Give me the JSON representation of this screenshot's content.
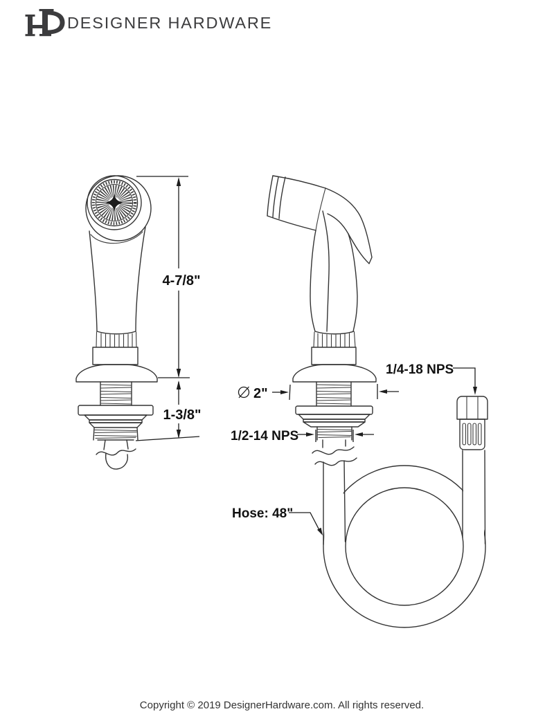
{
  "page": {
    "background": "#ffffff",
    "line_color": "#333333",
    "text_color": "#111111"
  },
  "header": {
    "logo_monogram": "HD",
    "logo_icon": "hd-monogram",
    "brand": "DESIGNER HARDWARE"
  },
  "diagram": {
    "front_view": {
      "description": "kitchen side sprayer front view",
      "height_dim": "4-7/8\"",
      "shank_dim": "1-3/8\""
    },
    "side_view": {
      "description": "kitchen side sprayer side view with hose",
      "diameter_symbol_icon": "circle-with-slash",
      "escutcheon_diameter_dim": "2\"",
      "shank_thread_spec": "1/2-14 NPS",
      "hose_nut_thread_spec": "1/4-18 NPS",
      "hose_length_label": "Hose: 48\""
    }
  },
  "footer": {
    "copyright": "Copyright © 2019 DesignerHardware.com. All rights reserved."
  }
}
